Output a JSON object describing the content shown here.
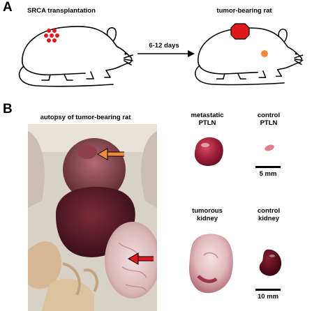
{
  "panel_a": {
    "letter": "A",
    "left_caption": "SRCA transplantation",
    "arrow_caption": "6-12 days",
    "right_caption": "tumor-bearing rat"
  },
  "panel_b": {
    "letter": "B",
    "autopsy_caption": "autopsy of tumor-bearing rat",
    "metastatic_caption": [
      "metastatic",
      "PTLN"
    ],
    "control_ptln_caption": [
      "control",
      "PTLN"
    ],
    "scale_top": "5 mm",
    "tumorous_caption": [
      "tumorous",
      "kidney"
    ],
    "control_kidney_caption": [
      "control",
      "kidney"
    ],
    "scale_bottom": "10 mm"
  },
  "colors": {
    "tumor_red": "#e0191b",
    "metastasis_orange": "#f08a3c",
    "arrow_orange": "#f08a3c",
    "arrow_red": "#e0191b"
  }
}
